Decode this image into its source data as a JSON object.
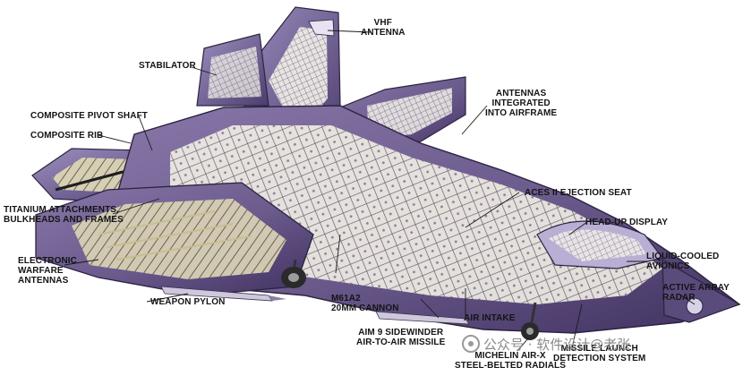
{
  "labels": {
    "vhf_antenna": [
      "VHF",
      "ANTENNA"
    ],
    "stabilator": "STABILATOR",
    "antennas_integrated": [
      "ANTENNAS",
      "INTEGRATED",
      "INTO AIRFRAME"
    ],
    "composite_pivot_shaft": "COMPOSITE PIVOT SHAFT",
    "composite_rib": "COMPOSITE RIB",
    "titanium": [
      "TITANIUM ATTACHMENTS,",
      "BULKHEADS AND FRAMES"
    ],
    "aces_ii": "ACES II EJECTION SEAT",
    "head_up_display": "HEAD-UP DISPLAY",
    "electronic_warfare": [
      "ELECTRONIC",
      "WARFARE",
      "ANTENNAS"
    ],
    "liquid_cooled": [
      "LIQUID-COOLED",
      "AVIONICS"
    ],
    "active_array": [
      "ACTIVE ARRAY",
      "RADAR"
    ],
    "weapon_pylon": "WEAPON PYLON",
    "m61a2": [
      "M61A2",
      "20MM CANNON"
    ],
    "air_intake": "AIR INTAKE",
    "aim9": [
      "AIM 9 SIDEWINDER",
      "AIR-TO-AIR MISSILE"
    ],
    "michelin": [
      "MICHELIN AIR-X",
      "STEEL-BELTED RADIALS"
    ],
    "missile_launch": [
      "MISSILE LAUNCH",
      "DETECTION SYSTEM"
    ]
  },
  "watermark": "公众号 · 软件设计@老张",
  "icons": [
    "wechat-official-account-icon"
  ],
  "colors": {
    "airframe": "#6b5a8c",
    "airframe_light": "#b7a9cf",
    "airframe_dark": "#3b2c57",
    "structure": "#f2efe6",
    "leader": "#1a1a1a"
  }
}
